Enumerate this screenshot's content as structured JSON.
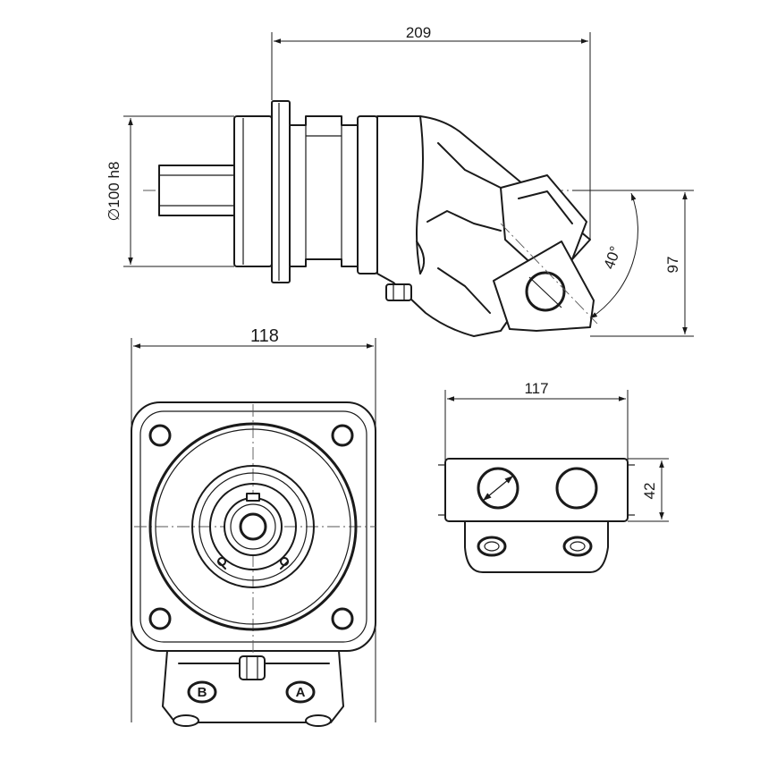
{
  "dimensions": {
    "overall_length": "209",
    "shaft_diameter": "∅100 h8",
    "bend_angle": "40°",
    "height_offset": "97",
    "flange_width": "118",
    "port_plate_width": "117",
    "port_plate_height": "42"
  },
  "ports": {
    "port_b": "B",
    "port_a": "A"
  }
}
